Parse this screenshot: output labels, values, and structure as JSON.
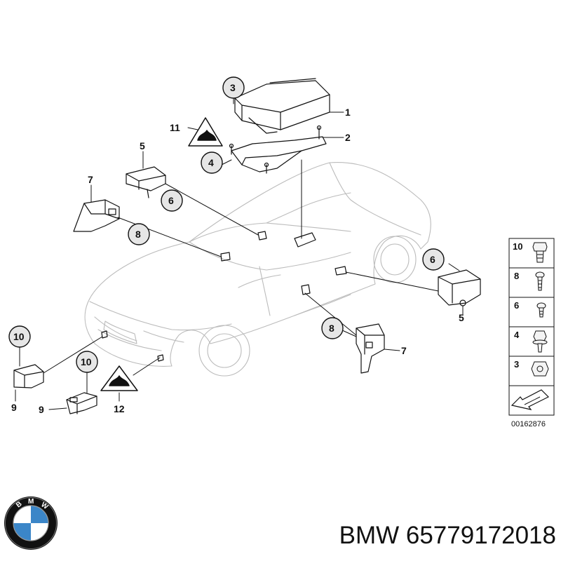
{
  "diagram": {
    "callouts": [
      "1",
      "2",
      "3",
      "4",
      "5",
      "6",
      "7",
      "8",
      "9",
      "10",
      "11",
      "12"
    ],
    "legend_items": [
      "10",
      "8",
      "6",
      "4",
      "3"
    ],
    "document_number": "00162876"
  },
  "caption": {
    "brand": "BMW",
    "part_number": "65779172018",
    "text": "BMW 65779172018"
  },
  "logo": {
    "lettering": "BMW",
    "colors": {
      "ring": "#111111",
      "blue": "#3b86c8",
      "white": "#ffffff"
    }
  }
}
